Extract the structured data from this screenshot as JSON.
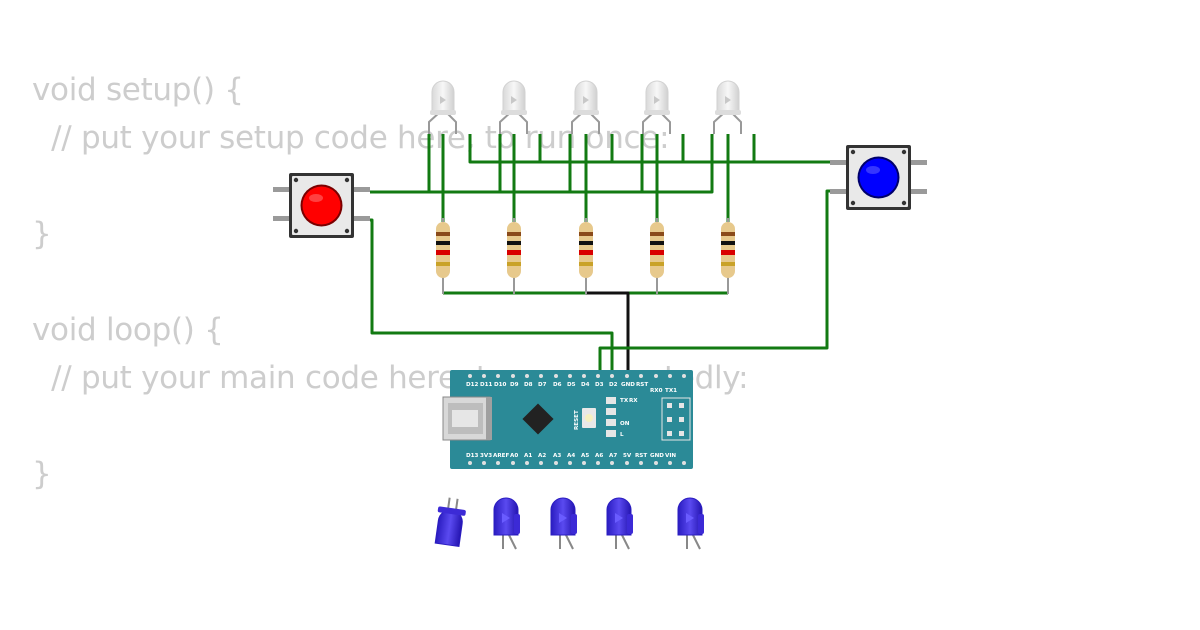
{
  "code": {
    "lines": [
      "void setup() {",
      "  // put your setup code here, to run once:",
      "",
      "}",
      "",
      "void loop() {",
      "  // put your main code here, to run repeatedly:",
      "",
      "}"
    ]
  },
  "board": {
    "top_pins": [
      "D12",
      "D11",
      "D10",
      "D9",
      "D8",
      "D7",
      "D6",
      "D5",
      "D4",
      "D3",
      "D2",
      "GND",
      "RST",
      "RX0",
      "TX1"
    ],
    "bottom_pins": [
      "D13",
      "3V3",
      "AREF",
      "A0",
      "A1",
      "A2",
      "A3",
      "A4",
      "A5",
      "A6",
      "A7",
      "5V",
      "RST",
      "GND",
      "VIN"
    ],
    "leds": [
      "TX",
      "RX",
      "ON",
      "L"
    ],
    "reset_label": "RESET"
  },
  "colors": {
    "wire_signal": "#127a12",
    "wire_ground": "#111111",
    "board": "#2b8a97",
    "button_left": "#ff0000",
    "button_right": "#0000ff",
    "led_off": "#e8e8e8",
    "led_blue": "#3c2ad6",
    "code_text": "#cdcdcd"
  }
}
